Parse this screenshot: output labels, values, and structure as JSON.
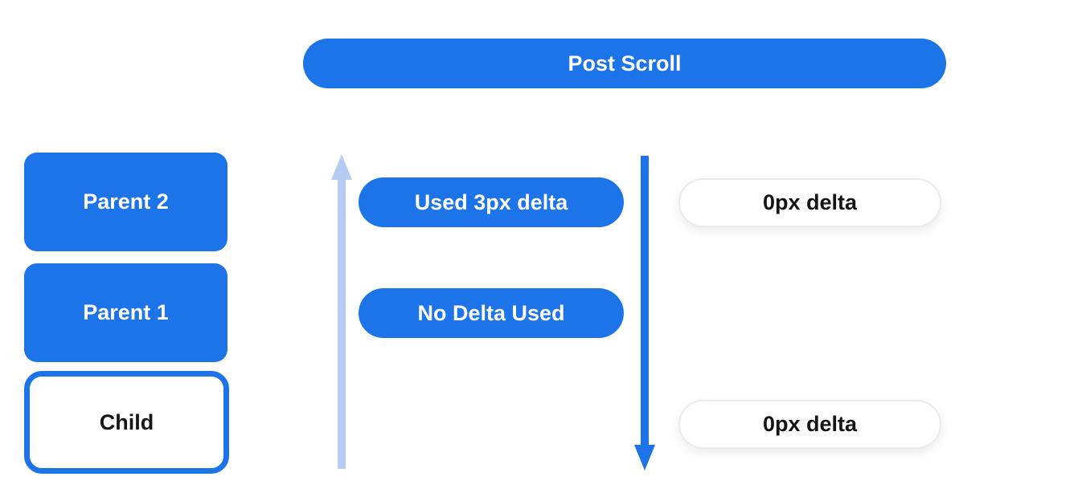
{
  "header": {
    "label": "Post Scroll"
  },
  "left_column": {
    "parent2_label": "Parent 2",
    "parent1_label": "Parent 1",
    "child_label": "Child"
  },
  "middle_column": {
    "used_delta_label": "Used 3px delta",
    "no_delta_label": "No Delta Used"
  },
  "right_column": {
    "zero_delta_top_label": "0px delta",
    "zero_delta_bottom_label": "0px delta"
  },
  "icons": {
    "up_arrow": "scroll-up-arrow-icon",
    "down_arrow": "scroll-down-arrow-icon"
  },
  "colors": {
    "primary_blue": "#1d73e8",
    "light_blue": "#b6cdf3",
    "pill_border": "#ebebee",
    "text_dark": "#141414",
    "background": "#ffffff"
  }
}
